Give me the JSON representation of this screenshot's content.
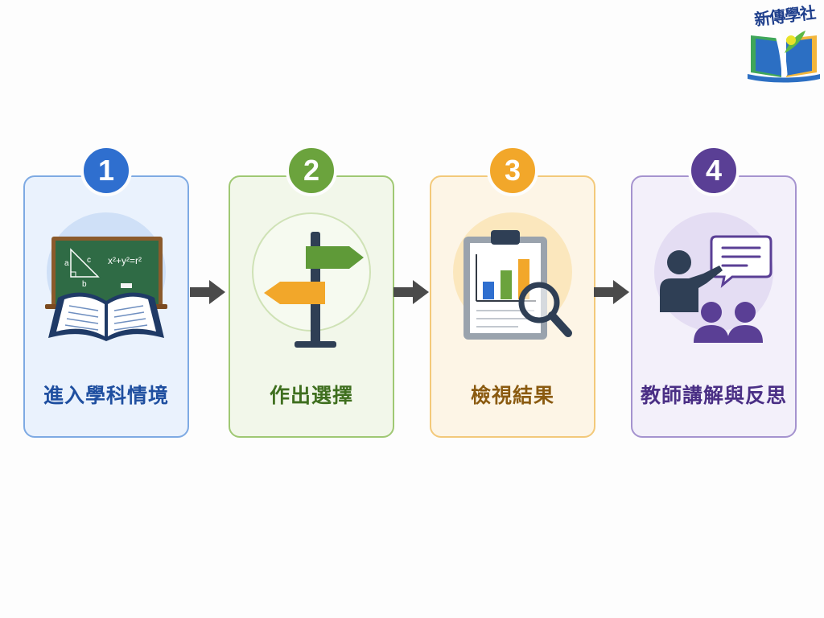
{
  "logo": {
    "text": "新傳學社",
    "icon": "book-sprout-logo"
  },
  "steps": [
    {
      "number": "1",
      "label": "進入學科情境",
      "icon": "chalkboard-book-icon",
      "color": "#2f6fcf",
      "text_color": "#1f4fa0",
      "border": "#7eaae3",
      "bg": "#eaf2fd",
      "circle": "#cfe0f7"
    },
    {
      "number": "2",
      "label": "作出選擇",
      "icon": "signpost-icon",
      "color": "#6ba33d",
      "text_color": "#3f6f1f",
      "border": "#9fc873",
      "bg": "#f2f7ea",
      "circle": "#f6faf0"
    },
    {
      "number": "3",
      "label": "檢視結果",
      "icon": "clipboard-magnifier-icon",
      "color": "#f2a72a",
      "text_color": "#8a5a10",
      "border": "#f3c97a",
      "bg": "#fdf5e6",
      "circle": "#fbe7bd"
    },
    {
      "number": "4",
      "label": "教師講解與反思",
      "icon": "teacher-presenting-icon",
      "color": "#5a3f95",
      "text_color": "#4a2f85",
      "border": "#a593cf",
      "bg": "#f3f0fa",
      "circle": "#e4ddf3"
    }
  ],
  "board": {
    "triangle_labels": [
      "a",
      "b",
      "c"
    ],
    "formula": "x²+y²=r²"
  },
  "connector_color": "#4a4a4a"
}
